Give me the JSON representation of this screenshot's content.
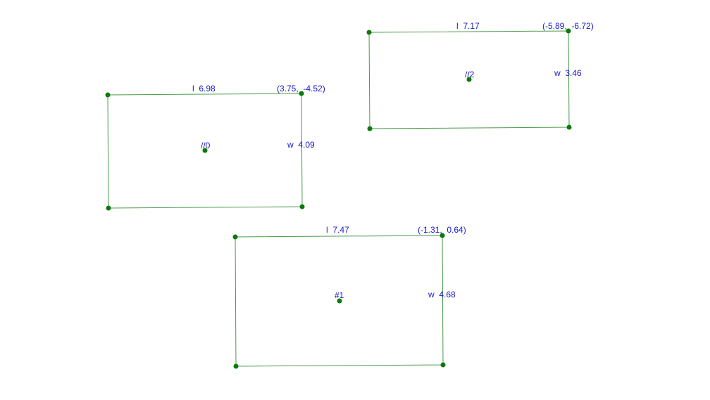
{
  "colors": {
    "edge": "#4a9a4a",
    "vertex": "#0b7a0b",
    "label": "#1a1acc",
    "background": "#ffffff"
  },
  "rectangles": [
    {
      "id_label": "//0",
      "length_label": "l  6.98",
      "width_label": "w  4.09",
      "corner_label": "(3.75,  -4.52)"
    },
    {
      "id_label": "#1",
      "length_label": "l  7.47",
      "width_label": "w  4.68",
      "corner_label": "(-1.31,  0.64)"
    },
    {
      "id_label": "//2",
      "length_label": "l  7.17",
      "width_label": "w  3.46",
      "corner_label": "(-5.89,  -6.72)"
    }
  ]
}
